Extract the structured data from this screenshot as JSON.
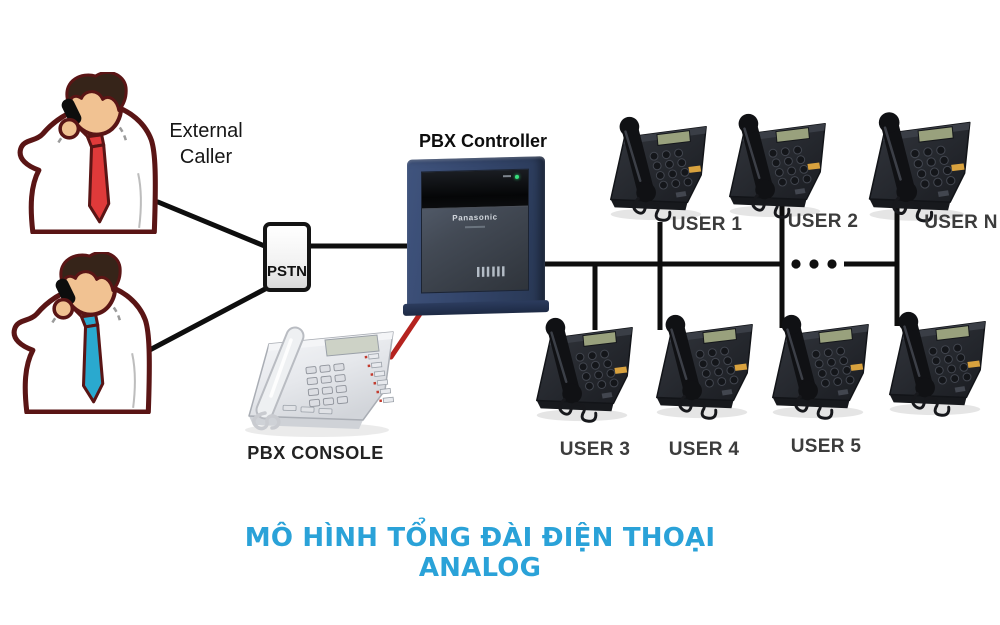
{
  "title": {
    "text": "MÔ HÌNH TỔNG ĐÀI ĐIỆN THOẠI ANALOG"
  },
  "caller": {
    "label_line1": "External",
    "label_line2": "Caller"
  },
  "pstn": {
    "label": "PSTN"
  },
  "pbx": {
    "label": "PBX Controller",
    "brand": "Panasonic"
  },
  "console": {
    "label": "PBX CONSOLE"
  },
  "users": {
    "top": [
      "USER 1",
      "USER 2",
      "USER N"
    ],
    "bottom": [
      "USER 3",
      "USER 4",
      "USER 5"
    ]
  },
  "colors": {
    "title": "#2aa2d8",
    "wire": "#0e0e0e",
    "console_cable": "#b5231f",
    "tie_caller_top": "#df3a3a",
    "tie_caller_bottom": "#2aa9cf",
    "pbx_body": "#33456a",
    "phone_body": "#26292f",
    "console_body": "#e9eaec"
  }
}
